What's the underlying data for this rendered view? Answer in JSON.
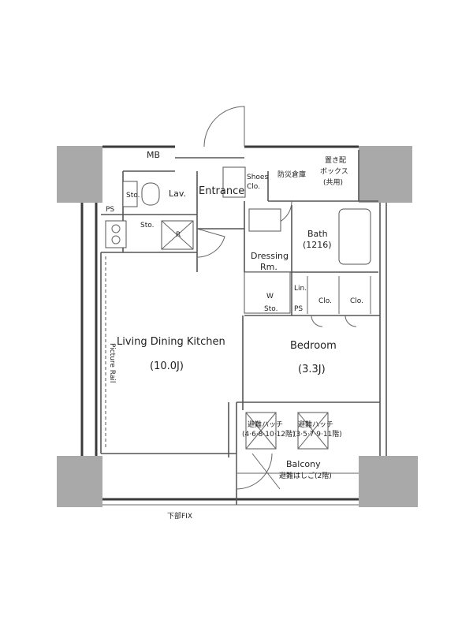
{
  "rooms": {
    "ldk": "Living Dining Kitchen",
    "ldk_size": "(10.0J)",
    "bedroom": "Bedroom",
    "bedroom_size": "(3.3J)",
    "entrance": "Entrance",
    "dressing_line1": "Dressing",
    "dressing_line2": "Rm.",
    "bath": "Bath",
    "bath_size": "(1216)",
    "lav": "Lav.",
    "balcony": "Balcony"
  },
  "labels": {
    "mb": "MB",
    "ps_left": "PS",
    "ps_right": "PS",
    "sto_toilet": "Sto.",
    "sto_kitchen": "Sto.",
    "sto_wash": "Sto.",
    "r": "R",
    "w": "W",
    "lin": "Lin.",
    "clo_1": "Clo.",
    "clo_2": "Clo.",
    "shoes_1": "Shoes",
    "shoes_2": "Clo.",
    "bosai": "防災倉庫",
    "oki_1": "置き配",
    "oki_2": "ボックス",
    "oki_3": "(共用)",
    "picture_rail": "Picture Rail",
    "hatch_left_1": "避難ハッチ",
    "hatch_left_2": "(4·6·8·10·12階)",
    "hatch_right_1": "避難ハッチ",
    "hatch_right_2": "(3·5·7·9·11階)",
    "ladder": "避難はしご(2階)",
    "fix": "下部FIX"
  }
}
